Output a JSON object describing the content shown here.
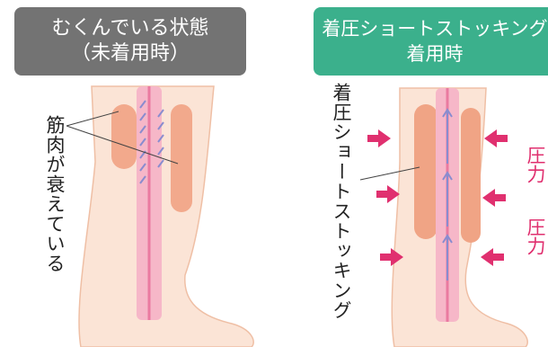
{
  "left_panel": {
    "header": {
      "line1": "むくんでいる状態",
      "line2": "（未着用時）"
    },
    "annotation": "筋肉が衰えている"
  },
  "right_panel": {
    "header": {
      "line1": "着圧ショートストッキング",
      "line2": "着用時"
    },
    "annotation": "着圧ショートストッキング",
    "pressure_labels": [
      "圧力",
      "圧力"
    ]
  },
  "colors": {
    "left_header": "#737373",
    "right_header": "#3bb08c",
    "arrow": "#e0306f",
    "skin": "#fbe4d6"
  }
}
